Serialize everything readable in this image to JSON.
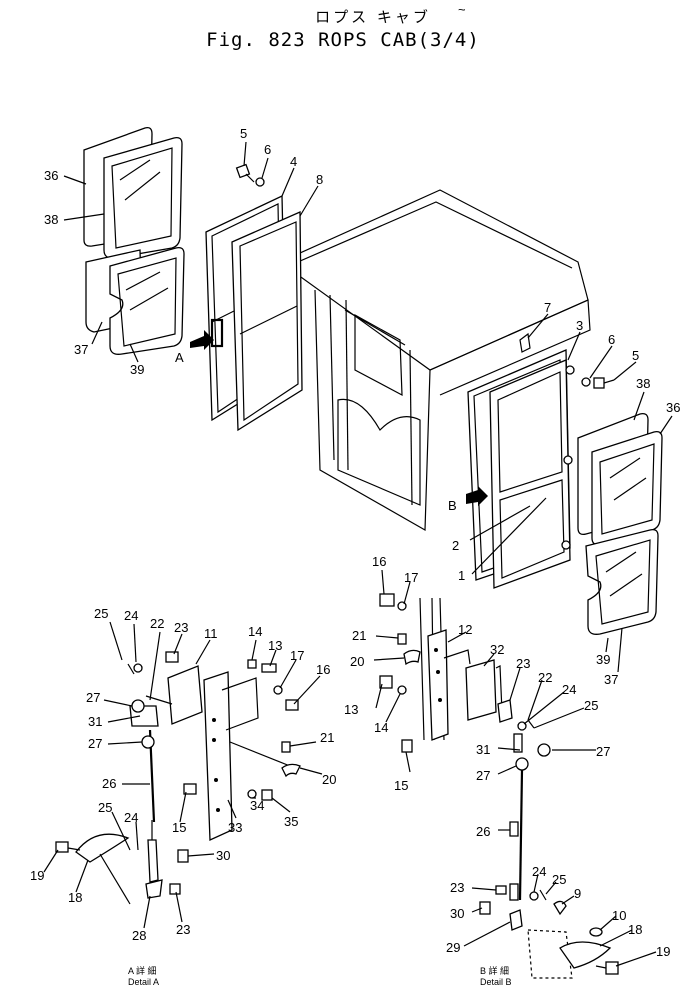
{
  "header": {
    "title_jp": "ロプス キャブ",
    "title_en": "Fig. 823 ROPS CAB(3/4)",
    "corner_mark": "~"
  },
  "views": {
    "arrow_a": "A",
    "arrow_b": "B"
  },
  "captions": {
    "detail_a_jp": "A 詳 細",
    "detail_a_en": "Detail A",
    "detail_b_jp": "B 詳 細",
    "detail_b_en": "Detail B"
  },
  "labels": {
    "upper_left": [
      "36",
      "38",
      "37",
      "39",
      "5",
      "6",
      "4",
      "8"
    ],
    "upper_right": [
      "7",
      "3",
      "6",
      "5",
      "38",
      "36",
      "2",
      "1",
      "39",
      "37"
    ],
    "detail_a": [
      "25",
      "24",
      "22",
      "23",
      "11",
      "14",
      "13",
      "17",
      "16",
      "27",
      "31",
      "27",
      "26",
      "21",
      "20",
      "25",
      "24",
      "15",
      "33",
      "34",
      "35",
      "19",
      "18",
      "30",
      "28",
      "23"
    ],
    "detail_b": [
      "16",
      "17",
      "21",
      "12",
      "20",
      "32",
      "13",
      "14",
      "23",
      "22",
      "24",
      "25",
      "31",
      "27",
      "15",
      "27",
      "26",
      "24",
      "25",
      "23",
      "9",
      "30",
      "10",
      "18",
      "29",
      "19"
    ]
  }
}
